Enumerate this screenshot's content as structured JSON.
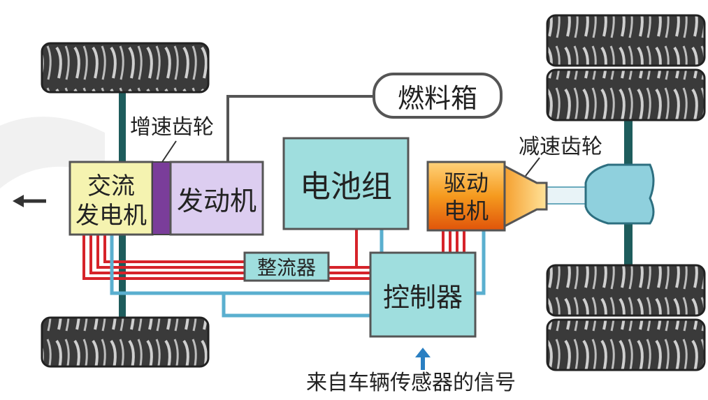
{
  "diagram": {
    "components": {
      "fuel_tank": "燃料箱",
      "speed_up_gear": "增速齿轮",
      "reduction_gear": "减速齿轮",
      "alternator_line1": "交流",
      "alternator_line2": "发电机",
      "engine": "发动机",
      "battery_pack": "电池组",
      "drive_motor_line1": "驱动",
      "drive_motor_line2": "电机",
      "rectifier": "整流器",
      "controller": "控制器",
      "vehicle_signal": "来自车辆传感器的信号"
    },
    "arrow_symbol": "⟵"
  }
}
